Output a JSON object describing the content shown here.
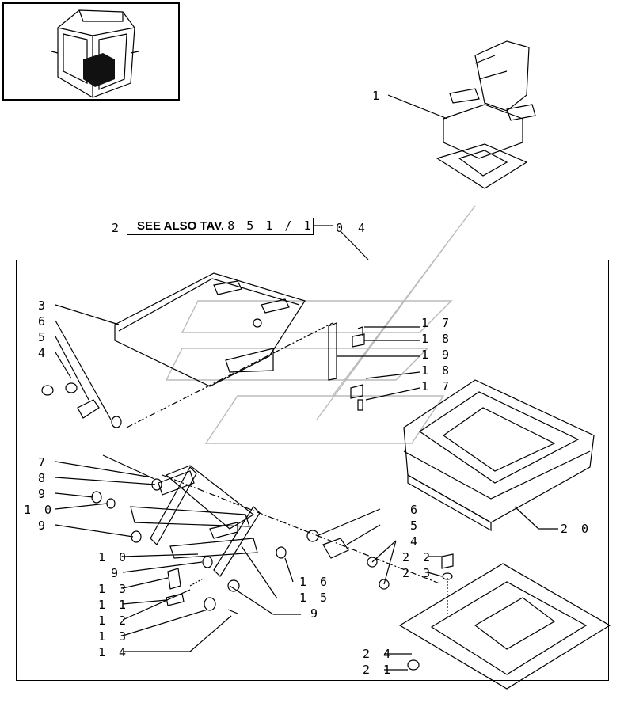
{
  "see_also": {
    "prefix": "2",
    "text": "SEE ALSO TAV.",
    "tav": "8 5 1 / 1",
    "suffix": "0 4"
  },
  "callouts": {
    "c1": "1",
    "c3": "3",
    "c6a": "6",
    "c5a": "5",
    "c4a": "4",
    "c7": "7",
    "c8": "8",
    "c9a": "9",
    "c10a": "1 0",
    "c9b": "9",
    "c10b": "1 0",
    "c9c": "9",
    "c13a": "1 3",
    "c11": "1 1",
    "c12": "1 2",
    "c13b": "1 3",
    "c14": "1 4",
    "c17a": "1 7",
    "c18a": "1 8",
    "c19": "1 9",
    "c18b": "1 8",
    "c17b": "1 7",
    "c6b": "6",
    "c5b": "5",
    "c4b": "4",
    "c16": "1 6",
    "c15": "1 5",
    "c9d": "9",
    "c20": "2 0",
    "c22": "2 2",
    "c23": "2 3",
    "c24": "2 4",
    "c21": "2 1"
  }
}
